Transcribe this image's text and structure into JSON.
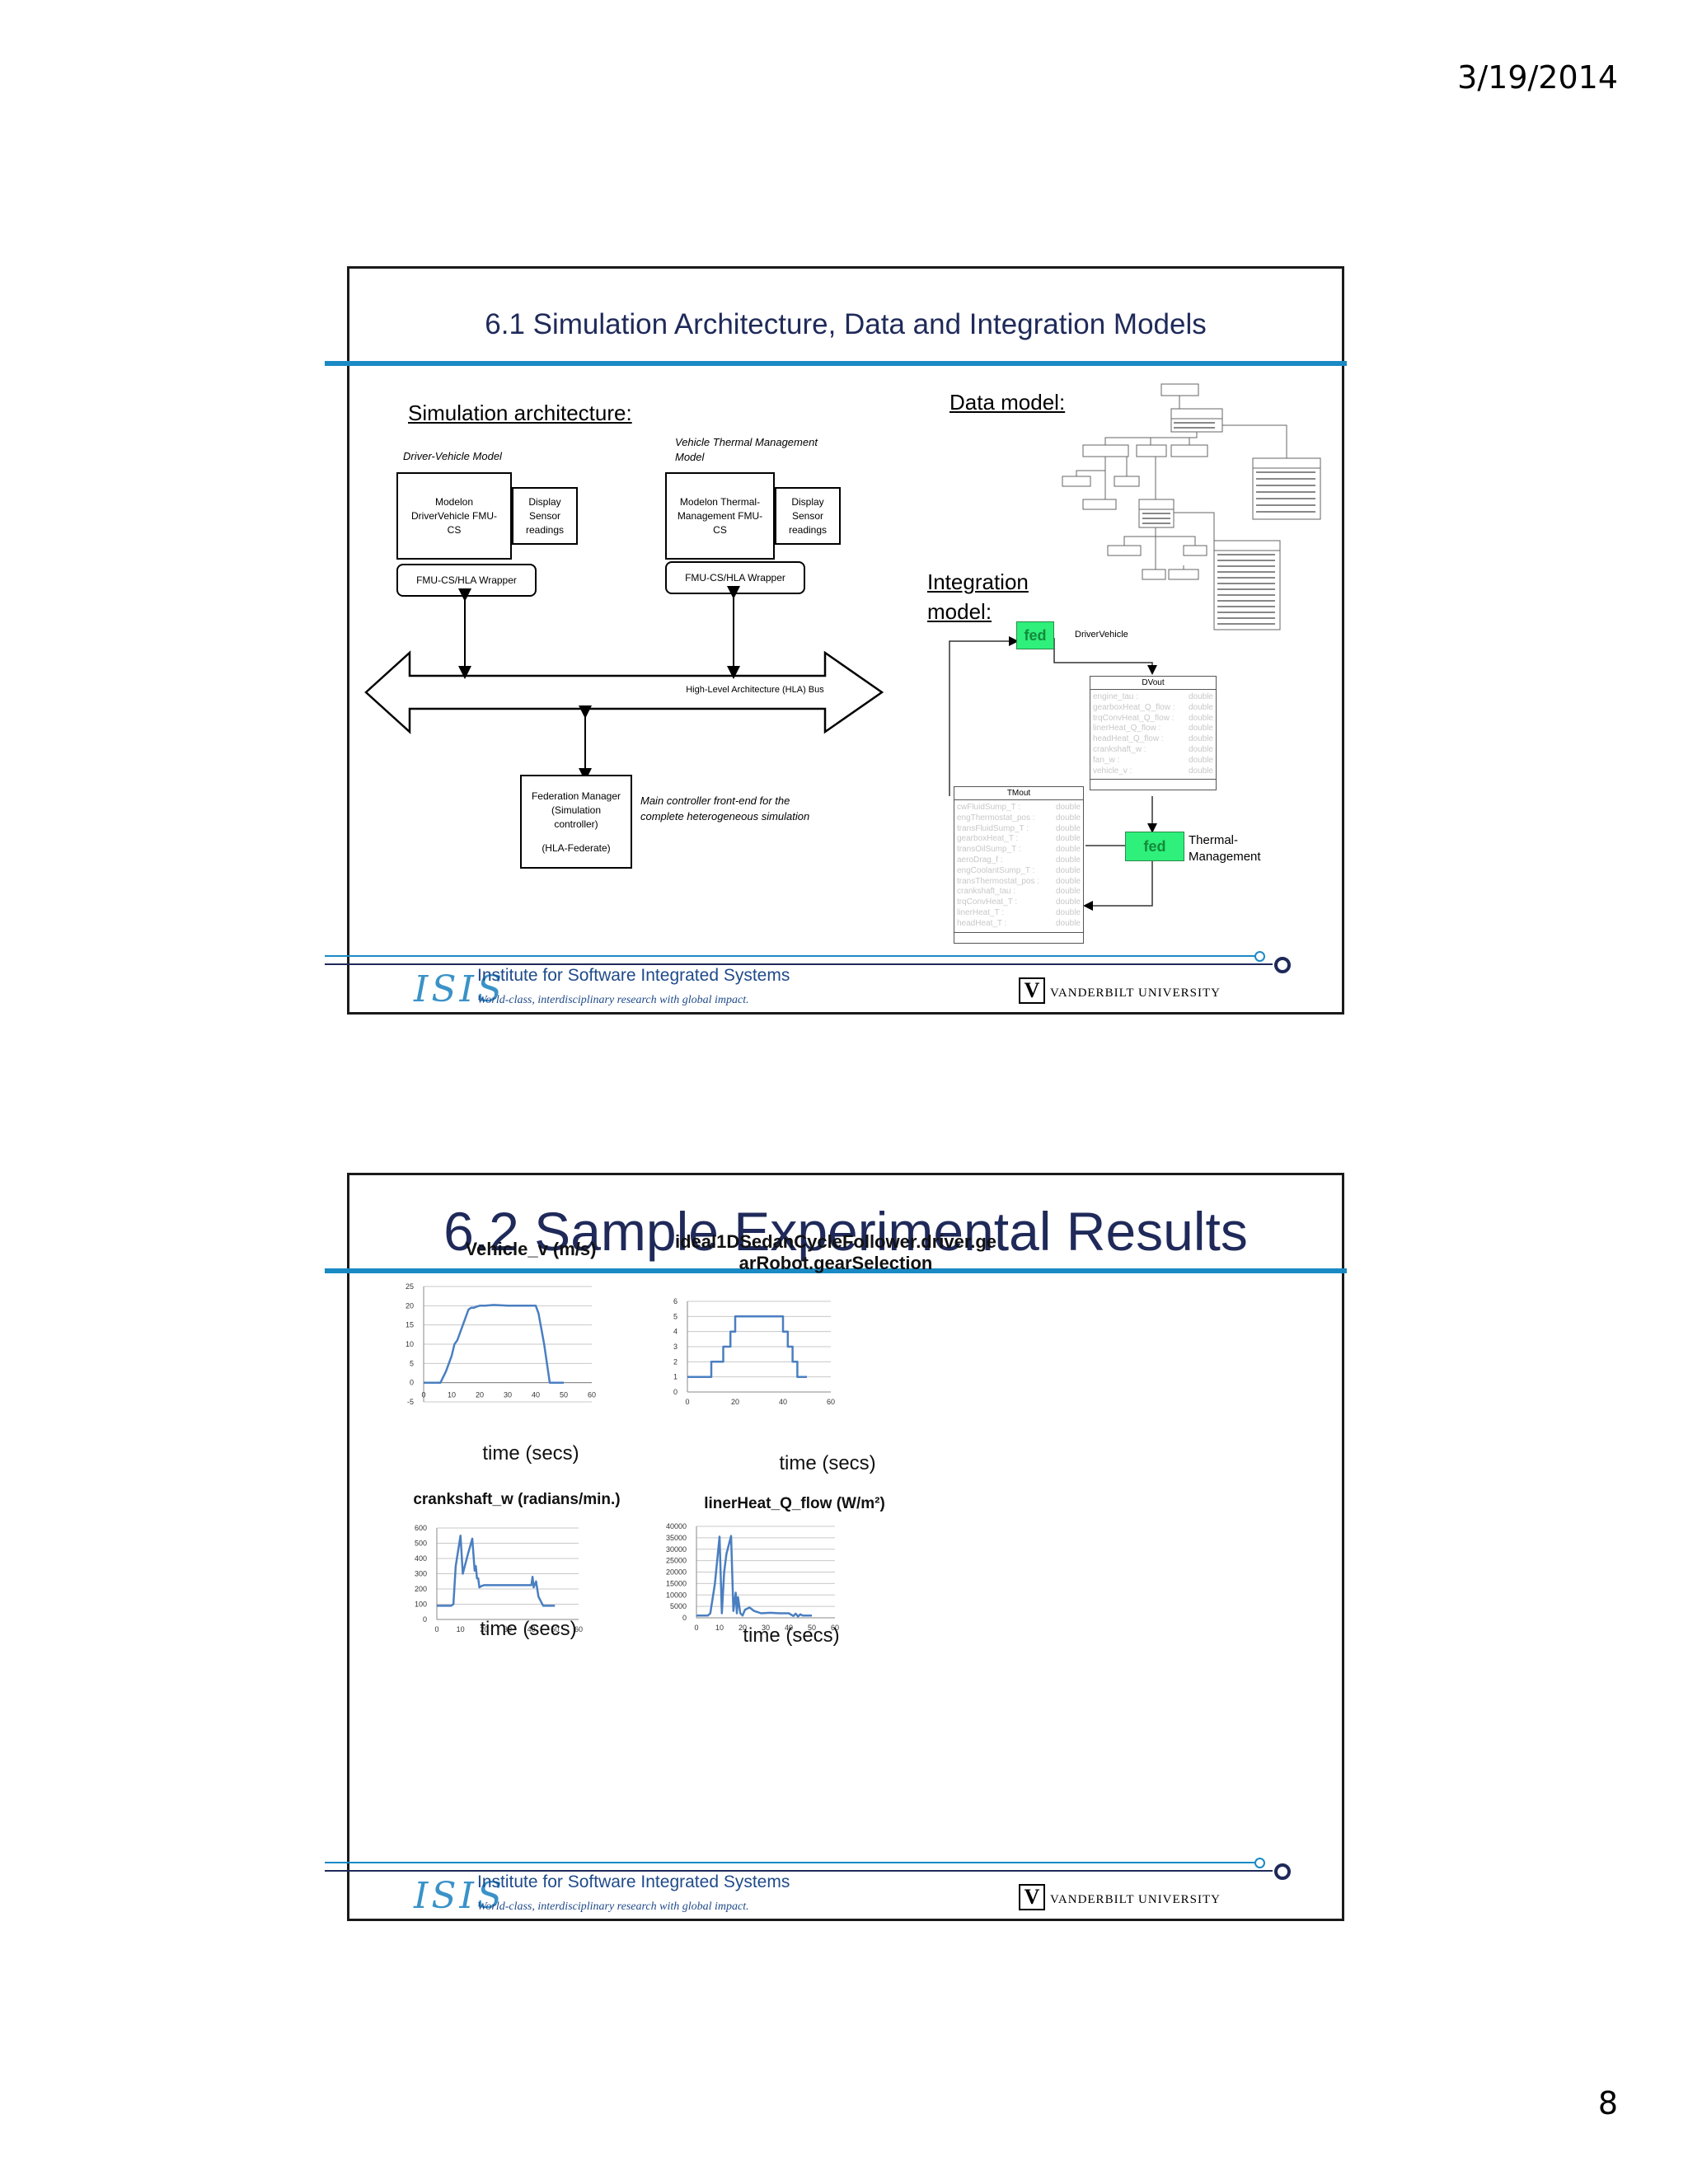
{
  "page": {
    "date": "3/19/2014",
    "number": "8"
  },
  "footer": {
    "isis_logo": "ISIS",
    "isis_name": "Institute for Software Integrated Systems",
    "isis_tagline": "World-class, interdisciplinary research with global impact.",
    "vu_logo": "V",
    "vu_name": "VANDERBILT UNIVERSITY"
  },
  "slide1": {
    "title": "6.1 Simulation Architecture, Data and Integration Models",
    "sim_arch_label": "Simulation architecture:",
    "driver_vehicle_model": "Driver-Vehicle Model",
    "vtm_model": "Vehicle Thermal Management Model",
    "box_driver": "Modelon DriverVehicle FMU-CS",
    "box_display1": "Display Sensor readings",
    "box_thermal": "Modelon Thermal-Management FMU-CS",
    "box_display2": "Display Sensor readings",
    "wrapper1": "FMU-CS/HLA Wrapper",
    "wrapper2": "FMU-CS/HLA Wrapper",
    "hla_bus": "High-Level Architecture (HLA) Bus",
    "federation_manager": "Federation Manager (Simulation controller)",
    "hla_federate": "(HLA-Federate)",
    "main_controller": "Main controller front-end for the complete heterogeneous simulation",
    "data_model_label": "Data model:",
    "integration_label": "Integration model:",
    "integration": {
      "fed_label": "fed",
      "driver_vehicle": "DriverVehicle",
      "thermal_management": "Thermal-Management",
      "dvout": {
        "title": "DVout",
        "rows": [
          [
            "engine_tau :",
            "double"
          ],
          [
            "gearboxHeat_Q_flow :",
            "double"
          ],
          [
            "trqConvHeat_Q_flow :",
            "double"
          ],
          [
            "linerHeat_Q_flow :",
            "double"
          ],
          [
            "headHeat_Q_flow :",
            "double"
          ],
          [
            "crankshaft_w :",
            "double"
          ],
          [
            "fan_w :",
            "double"
          ],
          [
            "vehicle_v :",
            "double"
          ]
        ]
      },
      "tmout": {
        "title": "TMout",
        "rows": [
          [
            "cwFluidSump_T :",
            "double"
          ],
          [
            "engThermostat_pos :",
            "double"
          ],
          [
            "transFluidSump_T :",
            "double"
          ],
          [
            "gearboxHeat_T :",
            "double"
          ],
          [
            "transOilSump_T :",
            "double"
          ],
          [
            "aeroDrag_f :",
            "double"
          ],
          [
            "engCoolantSump_T :",
            "double"
          ],
          [
            "transThermostat_pos :",
            "double"
          ],
          [
            "crankshaft_tau :",
            "double"
          ],
          [
            "trqConvHeat_T :",
            "double"
          ],
          [
            "linerHeat_T :",
            "double"
          ],
          [
            "headHeat_T :",
            "double"
          ]
        ]
      }
    }
  },
  "slide2": {
    "title": "6.2 Sample Experimental Results"
  },
  "chart_data": [
    {
      "type": "line",
      "title": "Vehicle_v (m/s)",
      "xlabel": "time (secs)",
      "xlim": [
        0,
        60
      ],
      "ylim": [
        -5,
        25
      ],
      "xticks": [
        0,
        10,
        20,
        30,
        40,
        50,
        60
      ],
      "yticks": [
        -5,
        0,
        5,
        10,
        15,
        20,
        25
      ],
      "grid": true,
      "series": [
        {
          "color": "#4a7fc1",
          "x": [
            0,
            6,
            8,
            10,
            11,
            12,
            13,
            14,
            15,
            16,
            17,
            18,
            19,
            20,
            22,
            25,
            30,
            35,
            38,
            40,
            41,
            43,
            45,
            47,
            50
          ],
          "y": [
            0,
            0,
            3,
            7,
            10,
            11,
            13,
            15,
            17,
            19,
            19.5,
            19.5,
            19.8,
            20,
            20,
            20.2,
            20,
            20,
            20,
            20,
            18,
            10,
            0,
            0,
            0
          ]
        }
      ]
    },
    {
      "type": "line",
      "title": "ideal1DSedanCycleFollower.driver.gearRobot.gearSelection",
      "xlabel": "time (secs)",
      "xlim": [
        0,
        60
      ],
      "ylim": [
        0,
        6
      ],
      "xticks": [
        0,
        20,
        40,
        60
      ],
      "yticks": [
        0,
        1,
        2,
        3,
        4,
        5,
        6
      ],
      "grid": true,
      "series": [
        {
          "color": "#4a7fc1",
          "x": [
            0,
            10,
            10,
            15,
            15,
            18,
            18,
            20,
            20,
            40,
            40,
            42,
            42,
            44,
            44,
            46,
            46,
            50
          ],
          "y": [
            1,
            1,
            2,
            2,
            3,
            3,
            4,
            4,
            5,
            5,
            4,
            4,
            3,
            3,
            2,
            2,
            1,
            1
          ]
        }
      ]
    },
    {
      "type": "line",
      "title": "crankshaft_w (radians/min.)",
      "xlabel": "time (secs)",
      "xlim": [
        0,
        60
      ],
      "ylim": [
        0,
        600
      ],
      "xticks": [
        0,
        10,
        20,
        30,
        40,
        50,
        60
      ],
      "yticks": [
        0,
        100,
        200,
        300,
        400,
        500,
        600
      ],
      "grid": true,
      "series": [
        {
          "color": "#4a7fc1",
          "x": [
            0,
            6,
            7,
            8,
            10,
            11,
            13,
            15,
            16,
            16.5,
            17,
            17.5,
            18,
            19,
            20,
            25,
            30,
            35,
            40,
            40.5,
            41,
            42,
            43,
            45,
            50
          ],
          "y": [
            90,
            90,
            100,
            350,
            550,
            300,
            420,
            530,
            320,
            350,
            270,
            270,
            210,
            220,
            225,
            225,
            225,
            225,
            225,
            280,
            210,
            250,
            150,
            90,
            90
          ]
        }
      ]
    },
    {
      "type": "line",
      "title": "linerHeat_Q_flow (W/m²)",
      "xlabel": "time (secs)",
      "xlim": [
        0,
        60
      ],
      "ylim": [
        0,
        40000
      ],
      "xticks": [
        0,
        10,
        20,
        30,
        40,
        50,
        60
      ],
      "yticks": [
        0,
        5000,
        10000,
        15000,
        20000,
        25000,
        30000,
        35000,
        40000
      ],
      "grid": true,
      "series": [
        {
          "color": "#4a7fc1",
          "x": [
            0,
            5,
            6,
            8,
            10,
            11,
            12,
            13,
            15,
            16,
            17,
            17.5,
            18,
            19,
            20,
            21,
            23,
            25,
            28,
            32,
            36,
            40,
            42,
            43,
            44,
            45,
            46,
            50
          ],
          "y": [
            1000,
            1000,
            2000,
            15000,
            35500,
            2000,
            20000,
            28000,
            35800,
            3000,
            11000,
            2000,
            9000,
            2000,
            1000,
            3500,
            4500,
            3000,
            2000,
            2200,
            2000,
            2000,
            800,
            1800,
            600,
            1500,
            1000,
            1000
          ]
        }
      ]
    }
  ]
}
